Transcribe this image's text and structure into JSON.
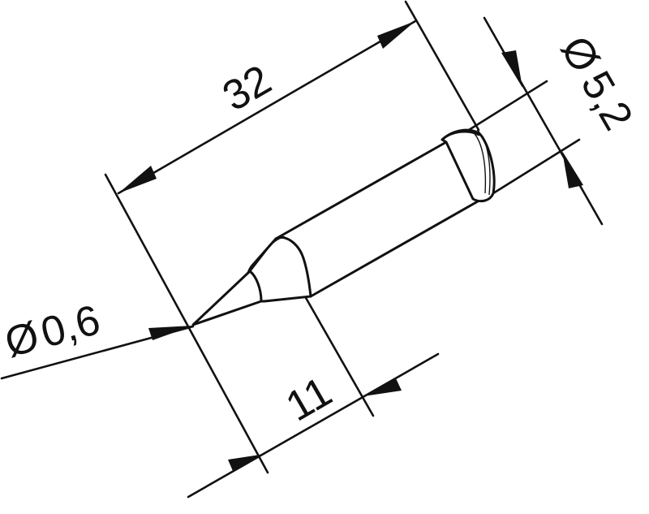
{
  "drawing": {
    "subject": "Soldering tip (pencil/conical) technical drawing",
    "line_color": "#111111",
    "background": "#ffffff"
  },
  "dimensions": {
    "total_length": {
      "label": "32"
    },
    "tip_length": {
      "label": "11"
    },
    "shank_diameter": {
      "symbol": "Ø",
      "label": "5,2"
    },
    "tip_diameter": {
      "symbol": "Ø",
      "label": "0,6"
    }
  }
}
